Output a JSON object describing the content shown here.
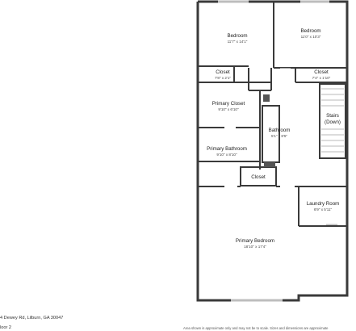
{
  "rooms": {
    "bedroom_1": {
      "name": "Bedroom",
      "dims": "11'7\" x 14'1\""
    },
    "bedroom_2": {
      "name": "Bedroom",
      "dims": "11'0\" x 10'3\""
    },
    "closet_1": {
      "name": "Closet",
      "dims": "7'8\" x 2'1\""
    },
    "closet_2": {
      "name": "Closet",
      "dims": "7'4\" x 1'10\""
    },
    "primary_closet": {
      "name": "Primary Closet",
      "dims": "9'10\" x 6'10\""
    },
    "bathroom": {
      "name": "Bathroom",
      "dims": "5'1\" x 8'5\""
    },
    "stairs": {
      "name_line1": "Stairs",
      "name_line2": "(Down)"
    },
    "primary_bathroom": {
      "name": "Primary Bathroom",
      "dims": "9'10\" x 8'10\""
    },
    "closet_3": {
      "name": "Closet"
    },
    "laundry_room": {
      "name": "Laundry Room",
      "dims": "6'9\" x 5'11\""
    },
    "primary_bedroom": {
      "name": "Primary Bedroom",
      "dims": "18'10\" x 17'4\""
    }
  },
  "footer": {
    "address": "4 Dewey Rd, Lilburn, GA 30047",
    "floor": "loor 2",
    "disclaimer": "Area shown is approximate only and may not be to scale. Sizes and dimensions are approximate"
  }
}
